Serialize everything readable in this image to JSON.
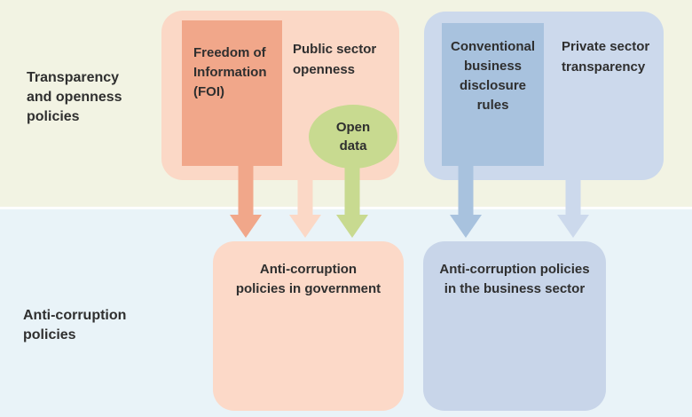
{
  "labels": {
    "transparency": {
      "lines": [
        "Transparency",
        "and openness",
        "policies"
      ]
    },
    "anticorruption": {
      "lines": [
        "Anti-corruption",
        "policies"
      ]
    }
  },
  "top_left_group": {
    "foi_box": {
      "lines": [
        "Freedom of",
        "Information",
        "(FOI)"
      ]
    },
    "public_sector": {
      "lines": [
        "Public sector",
        "openness"
      ]
    },
    "open_data": {
      "lines": [
        "Open",
        "data"
      ]
    }
  },
  "top_right_group": {
    "disclosure_box": {
      "lines": [
        "Conventional",
        "business",
        "disclosure",
        "rules"
      ]
    },
    "private_sector": {
      "lines": [
        "Private sector",
        "transparency"
      ]
    }
  },
  "bottom_left_box": {
    "lines": [
      "Anti-corruption",
      "policies in government"
    ]
  },
  "bottom_right_box": {
    "lines": [
      "Anti-corruption policies",
      "in the business sector"
    ]
  },
  "arrows": [
    {
      "from": "Freedom of Information (FOI)",
      "to": "Anti-corruption policies in government",
      "color_ref": "salmon"
    },
    {
      "from": "Public sector openness",
      "to": "Anti-corruption policies in government",
      "color_ref": "peach_light"
    },
    {
      "from": "Open data",
      "to": "Anti-corruption policies in government",
      "color_ref": "green"
    },
    {
      "from": "Conventional business disclosure rules",
      "to": "Anti-corruption policies in the business sector",
      "color_ref": "blue_medium"
    },
    {
      "from": "Private sector transparency",
      "to": "Anti-corruption policies in the business sector",
      "color_ref": "blue_light"
    }
  ],
  "colors": {
    "top_band": "#f2f3e3",
    "bottom_band": "#e9f3f8",
    "peach_light": "#fbd8c6",
    "salmon": "#f1a78a",
    "green": "#c8da90",
    "blue_light": "#ccd9ec",
    "blue_medium": "#a8c2de",
    "bottom_left_box": "#fcd9c8",
    "bottom_right_box": "#c8d5e9",
    "text": "#2f2f2f"
  }
}
